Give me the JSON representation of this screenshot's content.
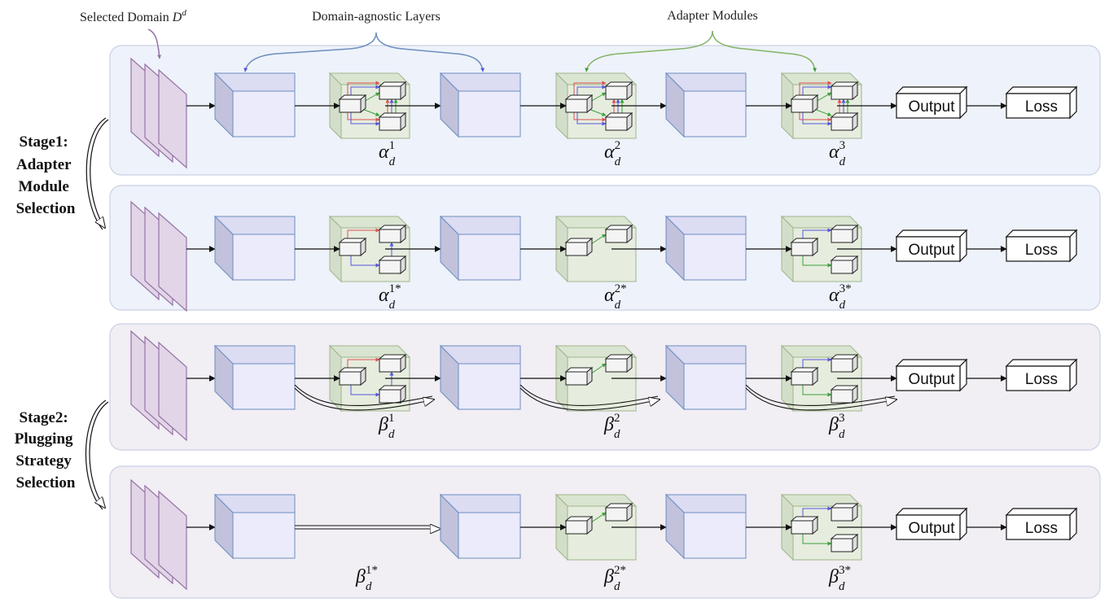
{
  "annotations": {
    "selected_domain": "Selected Domain",
    "selected_domain_symbol": "D",
    "selected_domain_sup": "d",
    "domain_agnostic": "Domain-agnostic Layers",
    "adapter_modules": "Adapter Modules"
  },
  "stage1": [
    "Stage1:",
    "Adapter",
    "Module",
    "Selection"
  ],
  "stage2": [
    "Stage2:",
    "Plugging",
    "Strategy",
    "Selection"
  ],
  "output_label": "Output",
  "loss_label": "Loss",
  "greek_sub": "d",
  "rows": [
    {
      "panel": "stage1",
      "labels": [
        {
          "greek": "α",
          "sup": "1"
        },
        {
          "greek": "α",
          "sup": "2"
        },
        {
          "greek": "α",
          "sup": "3"
        }
      ],
      "adapters": [
        "full",
        "full",
        "full"
      ],
      "skips": []
    },
    {
      "panel": "stage1",
      "labels": [
        {
          "greek": "α",
          "sup": "1*"
        },
        {
          "greek": "α",
          "sup": "2*"
        },
        {
          "greek": "α",
          "sup": "3*"
        }
      ],
      "adapters": [
        "sel1",
        "sel2",
        "sel3"
      ],
      "skips": []
    },
    {
      "panel": "stage2",
      "labels": [
        {
          "greek": "β",
          "sup": "1"
        },
        {
          "greek": "β",
          "sup": "2"
        },
        {
          "greek": "β",
          "sup": "3"
        }
      ],
      "adapters": [
        "sel1",
        "sel2",
        "sel3"
      ],
      "skips": [
        1,
        2,
        3
      ]
    },
    {
      "panel": "stage2",
      "labels": [
        {
          "greek": "β",
          "sup": "1*"
        },
        {
          "greek": "β",
          "sup": "2*"
        },
        {
          "greek": "β",
          "sup": "3*"
        }
      ],
      "adapters": [
        "none",
        "sel2",
        "sel3"
      ],
      "skips": [
        1
      ]
    }
  ],
  "colors": {
    "stage1_panel": "#eef2fa",
    "stage2_panel": "#f1eef4",
    "panel_border": "#c9d1e3",
    "cube_face": "#ebebfb",
    "cube_side": "#c2c2dc",
    "cube_stroke": "#6c8ebf",
    "input_fill": "#e1d5e7",
    "input_stroke": "#9673a6",
    "adapter_fill": "#e4ecdc",
    "adapter_stroke": "#9fb58c",
    "brace_blue": "#6c8ebf",
    "brace_green": "#82b366",
    "arrow_red": "#e05050",
    "arrow_blue": "#5555dd",
    "arrow_green": "#3aa03a"
  }
}
